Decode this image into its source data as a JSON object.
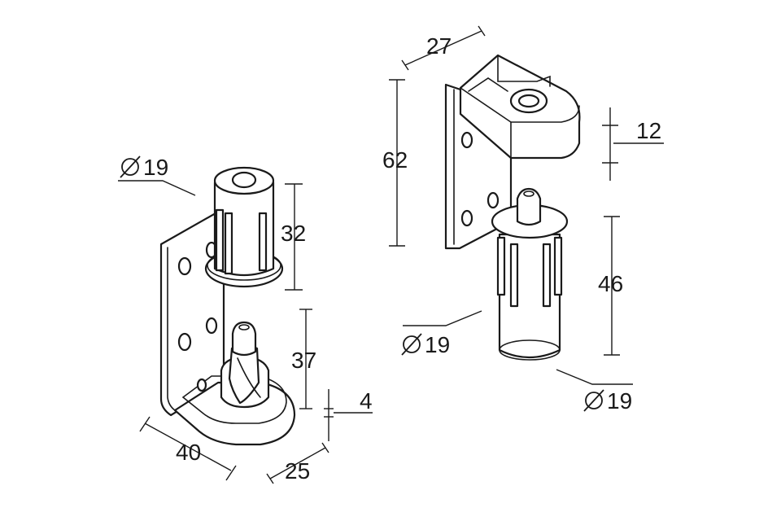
{
  "colors": {
    "ink": "#1a1a1a",
    "background": "#ffffff"
  },
  "dimensions": {
    "left_top_diameter": "19",
    "left_top_height": "32",
    "left_pin_height": "37",
    "left_plate_thickness": "4",
    "left_width": "40",
    "left_depth": "25",
    "right_width": "27",
    "right_height": "62",
    "right_block_thickness": "12",
    "right_pin_length": "46",
    "right_pin_diameter_upper": "19",
    "right_pin_diameter_lower": "19"
  }
}
